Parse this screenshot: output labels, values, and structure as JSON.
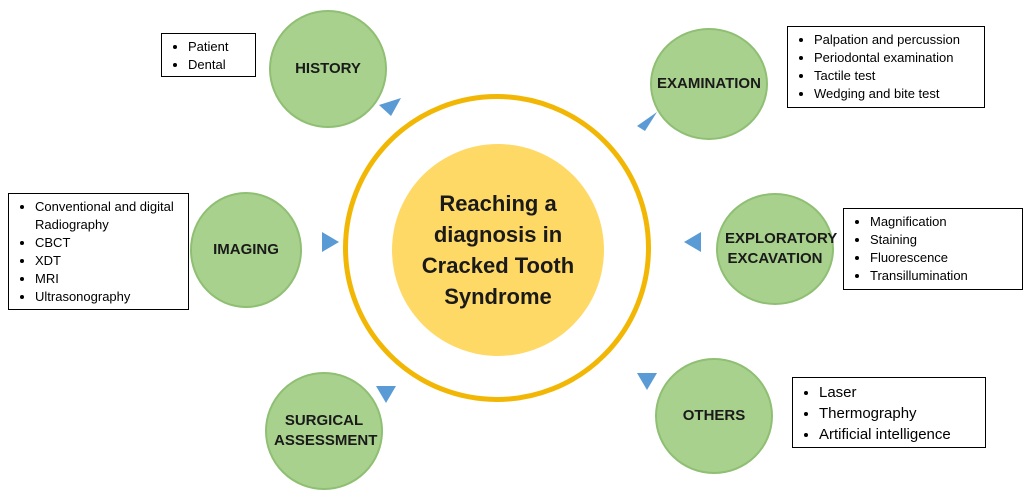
{
  "center_label": "Reaching a diagnosis in Cracked Tooth Syndrome",
  "colors": {
    "node_fill": "#a9d18e",
    "ring": "#f2b705",
    "center_fill": "#ffd966",
    "arrow": "#5b9bd5"
  },
  "nodes": {
    "history": {
      "label": "HISTORY",
      "items": [
        "Patient",
        "Dental"
      ]
    },
    "examination": {
      "label": "EXAMINATION",
      "items": [
        "Palpation and percussion",
        "Periodontal examination",
        "Tactile test",
        "Wedging and bite test"
      ]
    },
    "imaging": {
      "label": "IMAGING",
      "items": [
        "Conventional and digital Radiography",
        "CBCT",
        "XDT",
        "MRI",
        "Ultrasonography"
      ]
    },
    "exploratory": {
      "label": "EXPLORATORY EXCAVATION",
      "items": [
        "Magnification",
        "Staining",
        "Fluorescence",
        "Transillumination"
      ]
    },
    "surgical": {
      "label": "SURGICAL ASSESSMENT"
    },
    "others": {
      "label": "OTHERS",
      "items": [
        "Laser",
        "Thermography",
        "Artificial intelligence"
      ]
    }
  }
}
